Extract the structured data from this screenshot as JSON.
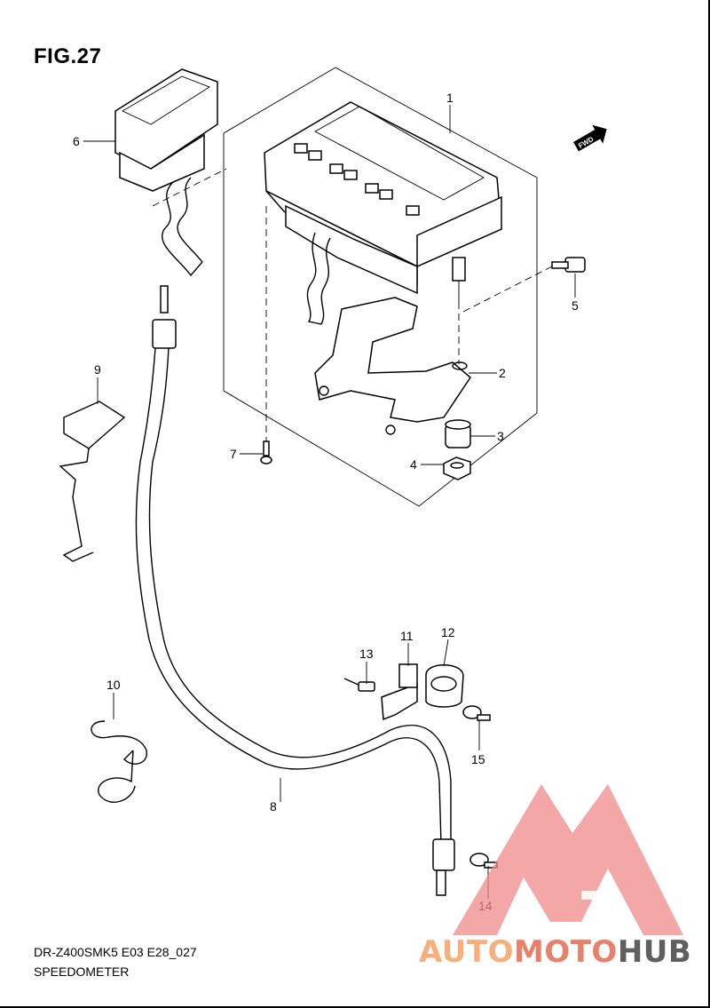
{
  "figure": {
    "title": "FIG.27",
    "model_code": "DR-Z400SMK5 E03 E28_027",
    "section_name": "SPEEDOMETER",
    "direction_badge": "FWD"
  },
  "callouts": [
    "1",
    "2",
    "3",
    "4",
    "5",
    "6",
    "7",
    "8",
    "9",
    "10",
    "11",
    "12",
    "13",
    "14",
    "15"
  ],
  "watermark": {
    "part_a": "AUTO",
    "part_b": "MOTO",
    "part_c": "HUB",
    "colors": {
      "triangle": "#f08a8a",
      "auto": "#f6b07d",
      "moto": "#e8806c",
      "hub": "#5f5f5f"
    }
  },
  "icons": [
    "fwd-arrow-icon"
  ]
}
